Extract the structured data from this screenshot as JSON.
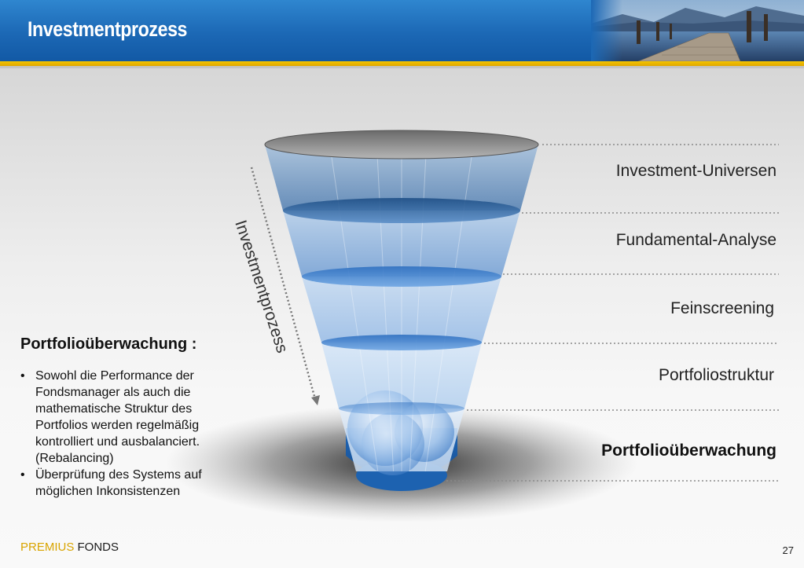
{
  "header": {
    "title": "Investmentprozess"
  },
  "funnel": {
    "vertical_label": "Investmentprozess",
    "stages": [
      {
        "label": "Investment-Universen",
        "bold": false
      },
      {
        "label": "Fundamental-Analyse",
        "bold": false
      },
      {
        "label": "Feinscreening",
        "bold": false
      },
      {
        "label": "Portfoliostruktur",
        "bold": false
      },
      {
        "label": "Portfolioüberwachung",
        "bold": true
      }
    ]
  },
  "side_panel": {
    "heading": "Portfolioüberwachung :",
    "bullets": [
      "Sowohl die Performance der Fondsmanager als auch die mathematische Struktur des Portfolios werden regelmäßig kontrolliert und ausbalanciert. (Rebalancing)",
      "Überprüfung des Systems auf möglichen Inkonsistenzen"
    ]
  },
  "footer": {
    "logo_part1": "PREMIUS",
    "logo_part2": " FONDS",
    "page_number": "27"
  },
  "colors": {
    "header_blue": "#1c68b5",
    "gold": "#f3c400",
    "funnel_blue": "#1f67b8"
  }
}
